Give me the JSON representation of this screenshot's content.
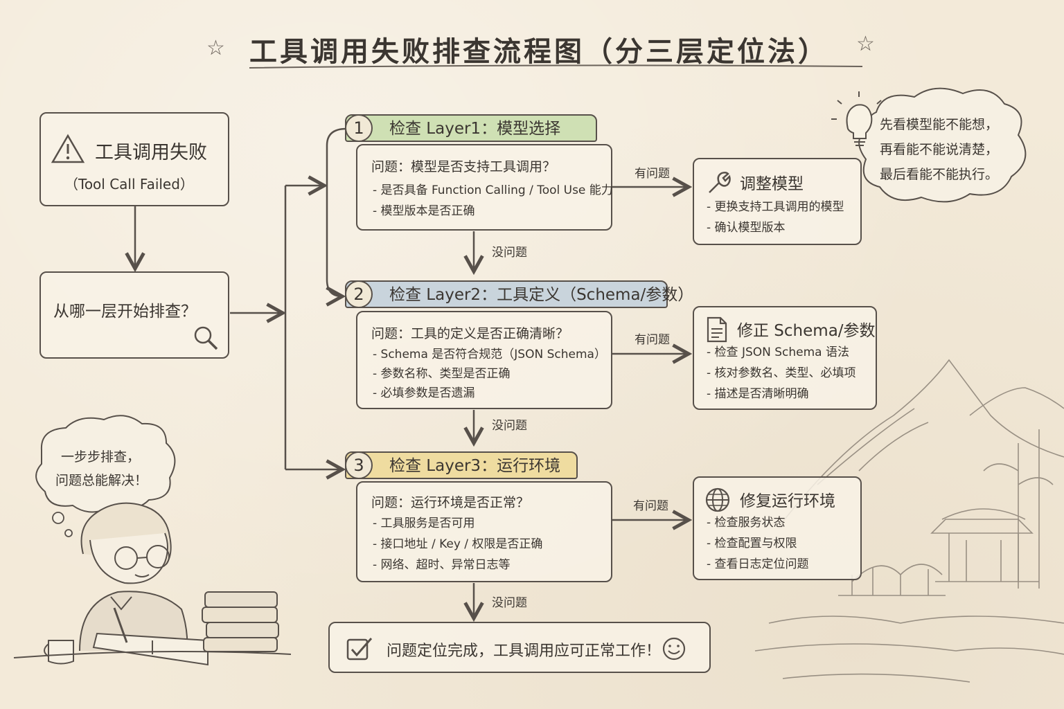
{
  "title": "工具调用失败排查流程图（分三层定位法）",
  "start": {
    "title": "工具调用失败",
    "subtitle": "（Tool Call Failed）"
  },
  "question": "从哪一层开始排查？",
  "layers": [
    {
      "num": "1",
      "header": "检查 Layer1：模型选择",
      "question": "问题：模型是否支持工具调用？",
      "items": [
        "- 是否具备 Function Calling / Tool Use 能力",
        "- 模型版本是否正确"
      ],
      "fix": {
        "title": "调整模型",
        "items": [
          "- 更换支持工具调用的模型",
          "- 确认模型版本"
        ]
      }
    },
    {
      "num": "2",
      "header": "检查 Layer2：工具定义（Schema/参数）",
      "question": "问题：工具的定义是否正确清晰？",
      "items": [
        "- Schema 是否符合规范（JSON Schema）",
        "- 参数名称、类型是否正确",
        "- 必填参数是否遗漏"
      ],
      "fix": {
        "title": "修正 Schema/参数",
        "items": [
          "- 检查 JSON Schema 语法",
          "- 核对参数名、类型、必填项",
          "- 描述是否清晰明确"
        ]
      }
    },
    {
      "num": "3",
      "header": "检查 Layer3：运行环境",
      "question": "问题：运行环境是否正常？",
      "items": [
        "- 工具服务是否可用",
        "- 接口地址 / Key / 权限是否正确",
        "- 网络、超时、异常日志等"
      ],
      "fix": {
        "title": "修复运行环境",
        "items": [
          "- 检查服务状态",
          "- 检查配置与权限",
          "- 查看日志定位问题"
        ]
      }
    }
  ],
  "labels": {
    "has_problem": "有问题",
    "no_problem": "没问题"
  },
  "final": "问题定位完成，工具调用应可正常工作！",
  "tip": [
    "先看模型能不能想，",
    "再看能不能说清楚，",
    "最后看能不能执行。"
  ],
  "encourage": [
    "一步步排查，",
    "问题总能解决！"
  ],
  "colors": {
    "ink": "#57504a",
    "layer1": "#cfe0b4",
    "layer2": "#c9d4dc",
    "layer3": "#efdca0",
    "paper": "#f3ead9"
  },
  "icons": [
    "warning-icon",
    "search-icon",
    "wrench-icon",
    "document-icon",
    "globe-icon",
    "checkbox-icon",
    "smiley-icon",
    "lightbulb-icon"
  ]
}
